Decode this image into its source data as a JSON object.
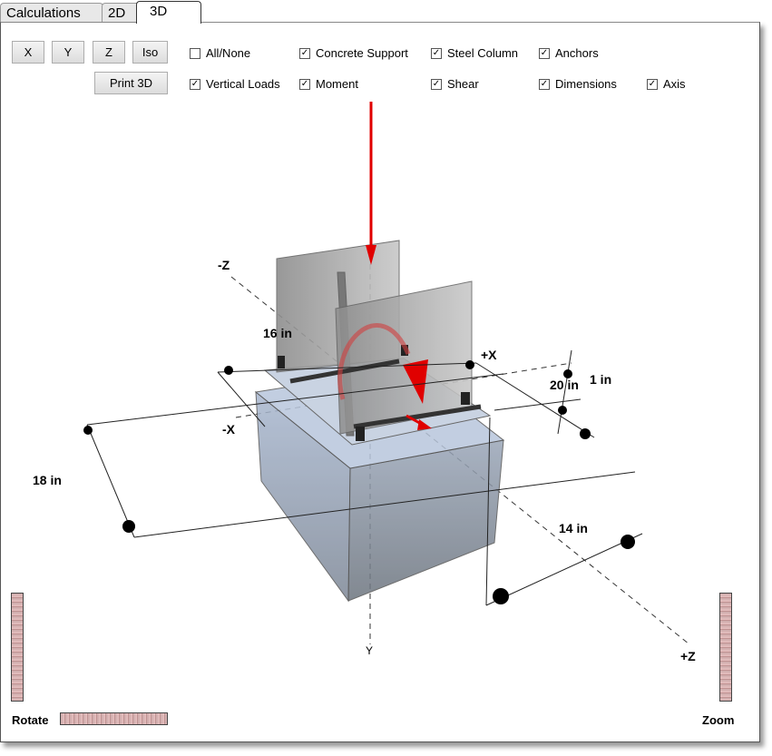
{
  "tabs": [
    {
      "label": "Calculations"
    },
    {
      "label": "2D"
    },
    {
      "label": "3D",
      "active": true
    }
  ],
  "view_buttons": {
    "x": "X",
    "y": "Y",
    "z": "Z",
    "iso": "Iso",
    "print": "Print 3D"
  },
  "checkboxes": [
    {
      "label": "All/None",
      "checked": false
    },
    {
      "label": "Concrete Support",
      "checked": true
    },
    {
      "label": "Steel Column",
      "checked": true
    },
    {
      "label": "Anchors",
      "checked": true
    },
    {
      "label": "Vertical Loads",
      "checked": true
    },
    {
      "label": "Moment",
      "checked": true
    },
    {
      "label": "Shear",
      "checked": true
    },
    {
      "label": "Dimensions",
      "checked": true
    },
    {
      "label": "Axis",
      "checked": true
    }
  ],
  "axes": {
    "neg_z": "-Z",
    "pos_x": "+X",
    "neg_x": "-X",
    "y": "Y",
    "pos_z": "+Z"
  },
  "dimensions": {
    "d16": "16 in",
    "d20": "20 in",
    "d1": "1 in",
    "d18": "18 in",
    "d14": "14 in"
  },
  "controls": {
    "rotate": "Rotate",
    "zoom": "Zoom"
  },
  "colors": {
    "load": "#e00000",
    "concrete": "#9fb0c8",
    "steel": "#a8a8a8"
  }
}
